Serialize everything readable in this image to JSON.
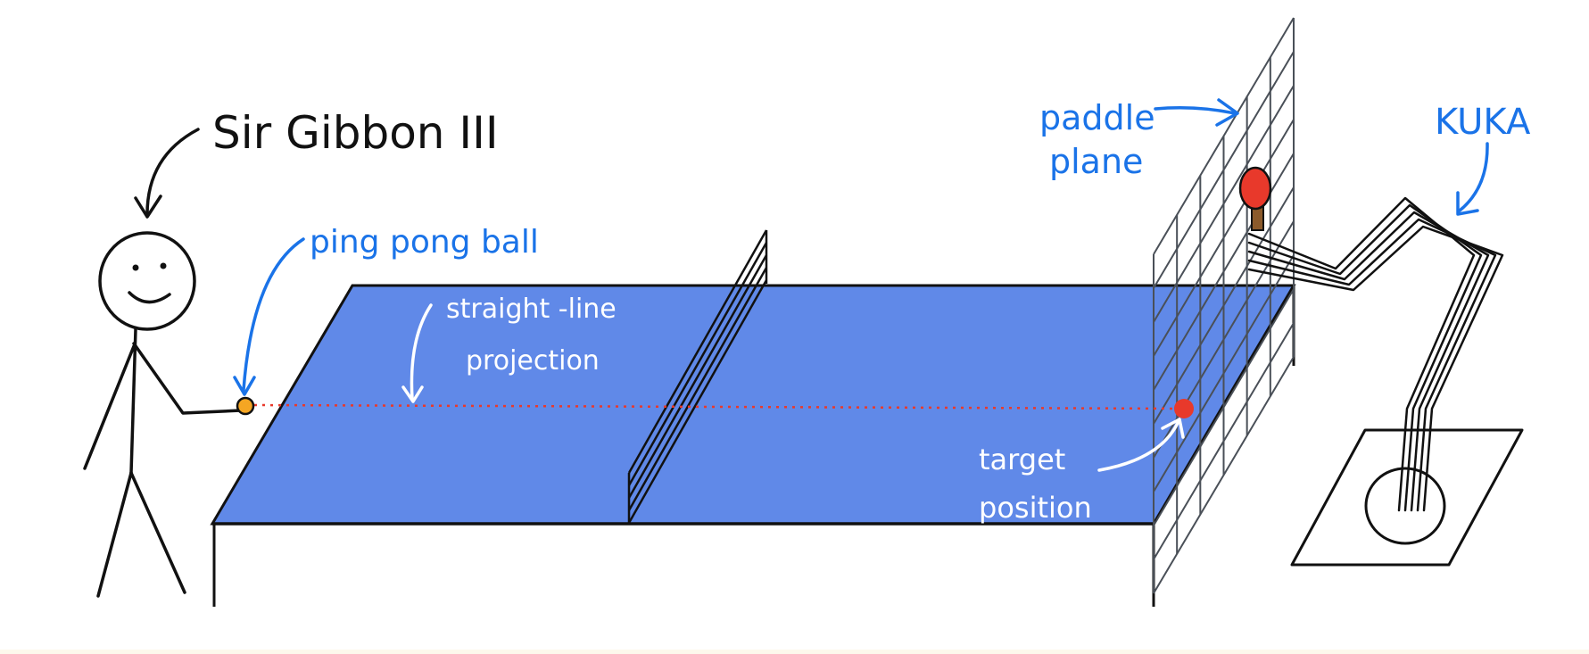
{
  "labels": {
    "person_name": "Sir Gibbon III",
    "ball": "ping pong ball",
    "projection_line1": "straight -line",
    "projection_line2": "projection",
    "paddle_line1": "paddle",
    "paddle_line2": "plane",
    "robot": "KUKA",
    "target_line1": "target",
    "target_line2": "position"
  },
  "colors": {
    "table": "#6089e8",
    "ink": "#111111",
    "annotation_blue": "#1a73e8",
    "ball": "#f5a623",
    "target": "#e8392b",
    "projection_line": "#e8392b",
    "grid": "#4a5058",
    "paddle": "#e8392b",
    "handle": "#8b5a2b",
    "footer_band": "#fdf8ec"
  },
  "icons": {
    "person": "stick-figure-icon",
    "robot": "robot-arm-icon",
    "paddle": "paddle-icon"
  }
}
